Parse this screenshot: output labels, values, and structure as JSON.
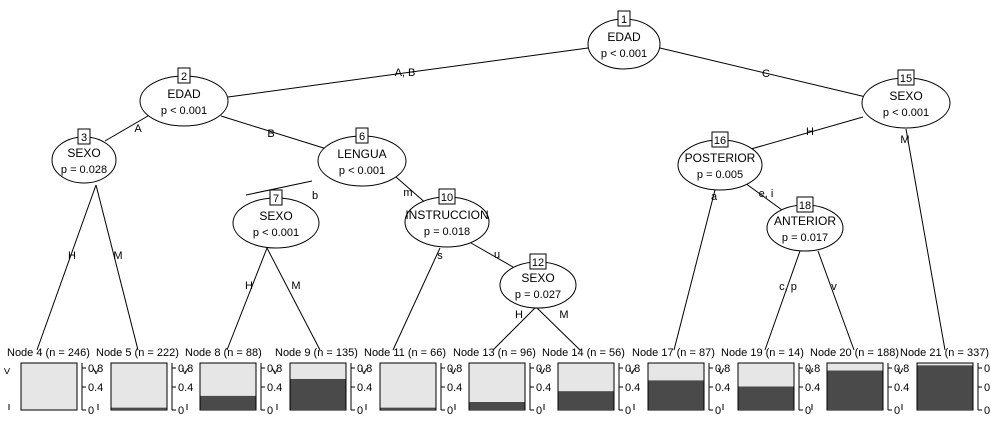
{
  "inner_nodes": [
    {
      "id": "1",
      "var": "EDAD",
      "p": "p < 0.001"
    },
    {
      "id": "2",
      "var": "EDAD",
      "p": "p < 0.001"
    },
    {
      "id": "3",
      "var": "SEXO",
      "p": "p = 0.028"
    },
    {
      "id": "6",
      "var": "LENGUA",
      "p": "p < 0.001"
    },
    {
      "id": "7",
      "var": "SEXO",
      "p": "p < 0.001"
    },
    {
      "id": "10",
      "var": "INSTRUCCION",
      "p": "p = 0.018"
    },
    {
      "id": "12",
      "var": "SEXO",
      "p": "p = 0.027"
    },
    {
      "id": "15",
      "var": "SEXO",
      "p": "p < 0.001"
    },
    {
      "id": "16",
      "var": "POSTERIOR",
      "p": "p = 0.005"
    },
    {
      "id": "18",
      "var": "ANTERIOR",
      "p": "p = 0.017"
    }
  ],
  "edge_labels": [
    {
      "text": "A, B"
    },
    {
      "text": "C"
    },
    {
      "text": "A"
    },
    {
      "text": "B"
    },
    {
      "text": "H"
    },
    {
      "text": "M"
    },
    {
      "text": "b"
    },
    {
      "text": "m"
    },
    {
      "text": "H"
    },
    {
      "text": "M"
    },
    {
      "text": "s"
    },
    {
      "text": "u"
    },
    {
      "text": "H"
    },
    {
      "text": "M"
    },
    {
      "text": "H"
    },
    {
      "text": "M"
    },
    {
      "text": "a"
    },
    {
      "text": "e, i"
    },
    {
      "text": "c, p"
    },
    {
      "text": "v"
    }
  ],
  "terminal_nodes": [
    {
      "label": "Node 4 (n = 246)",
      "proportion": 0.0
    },
    {
      "label": "Node 5 (n = 222)",
      "proportion": 0.05
    },
    {
      "label": "Node 8 (n = 88)",
      "proportion": 0.3
    },
    {
      "label": "Node 9 (n = 135)",
      "proportion": 0.66
    },
    {
      "label": "Node 11 (n = 66)",
      "proportion": 0.05
    },
    {
      "label": "Node 13 (n = 96)",
      "proportion": 0.17
    },
    {
      "label": "Node 14 (n = 56)",
      "proportion": 0.4
    },
    {
      "label": "Node 17 (n = 87)",
      "proportion": 0.63
    },
    {
      "label": "Node 19 (n = 14)",
      "proportion": 0.5
    },
    {
      "label": "Node 20 (n = 188)",
      "proportion": 0.84
    },
    {
      "label": "Node 21 (n = 337)",
      "proportion": 0.95
    }
  ],
  "axis_ticks": [
    "0.8",
    "0.4",
    "0"
  ],
  "y_left_label": "<",
  "colors": {
    "bar_background": "#e6e6e6",
    "bar_fill": "#4a4a4a"
  }
}
